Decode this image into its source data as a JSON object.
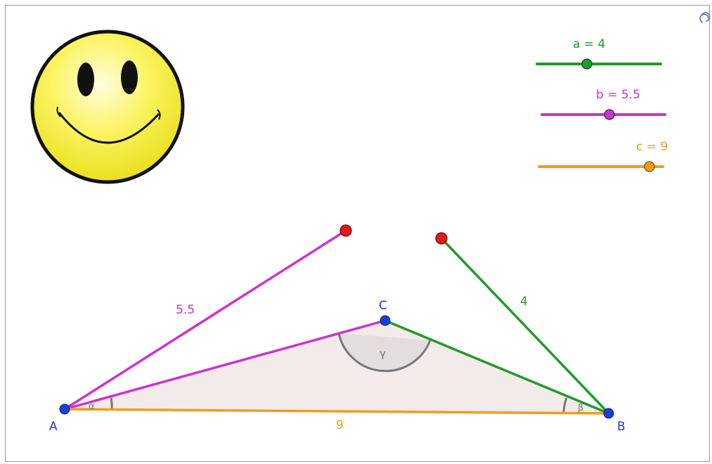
{
  "colors": {
    "green": "#22992b",
    "magenta": "#cc33cc",
    "orange": "#f29c1c",
    "blue": "#1a3fd6",
    "red": "#e01a1a",
    "fill": "#f3ebea",
    "angle_arc": "#777777"
  },
  "sliders": {
    "a": {
      "label": "a = 4",
      "value": 4,
      "color": "green"
    },
    "b": {
      "label": "b = 5.5",
      "value": 5.5,
      "color": "magenta"
    },
    "c": {
      "label": "c = 9",
      "value": 9,
      "color": "orange"
    }
  },
  "points": {
    "A": "A",
    "B": "B",
    "C": "C"
  },
  "segment_labels": {
    "b": "5.5",
    "a": "4",
    "c": "9"
  },
  "angles": {
    "alpha": "α",
    "beta": "β",
    "gamma": "γ"
  },
  "icons": {
    "corner": "graphics-view-reset-icon",
    "smiley": "smiley-face-icon"
  }
}
